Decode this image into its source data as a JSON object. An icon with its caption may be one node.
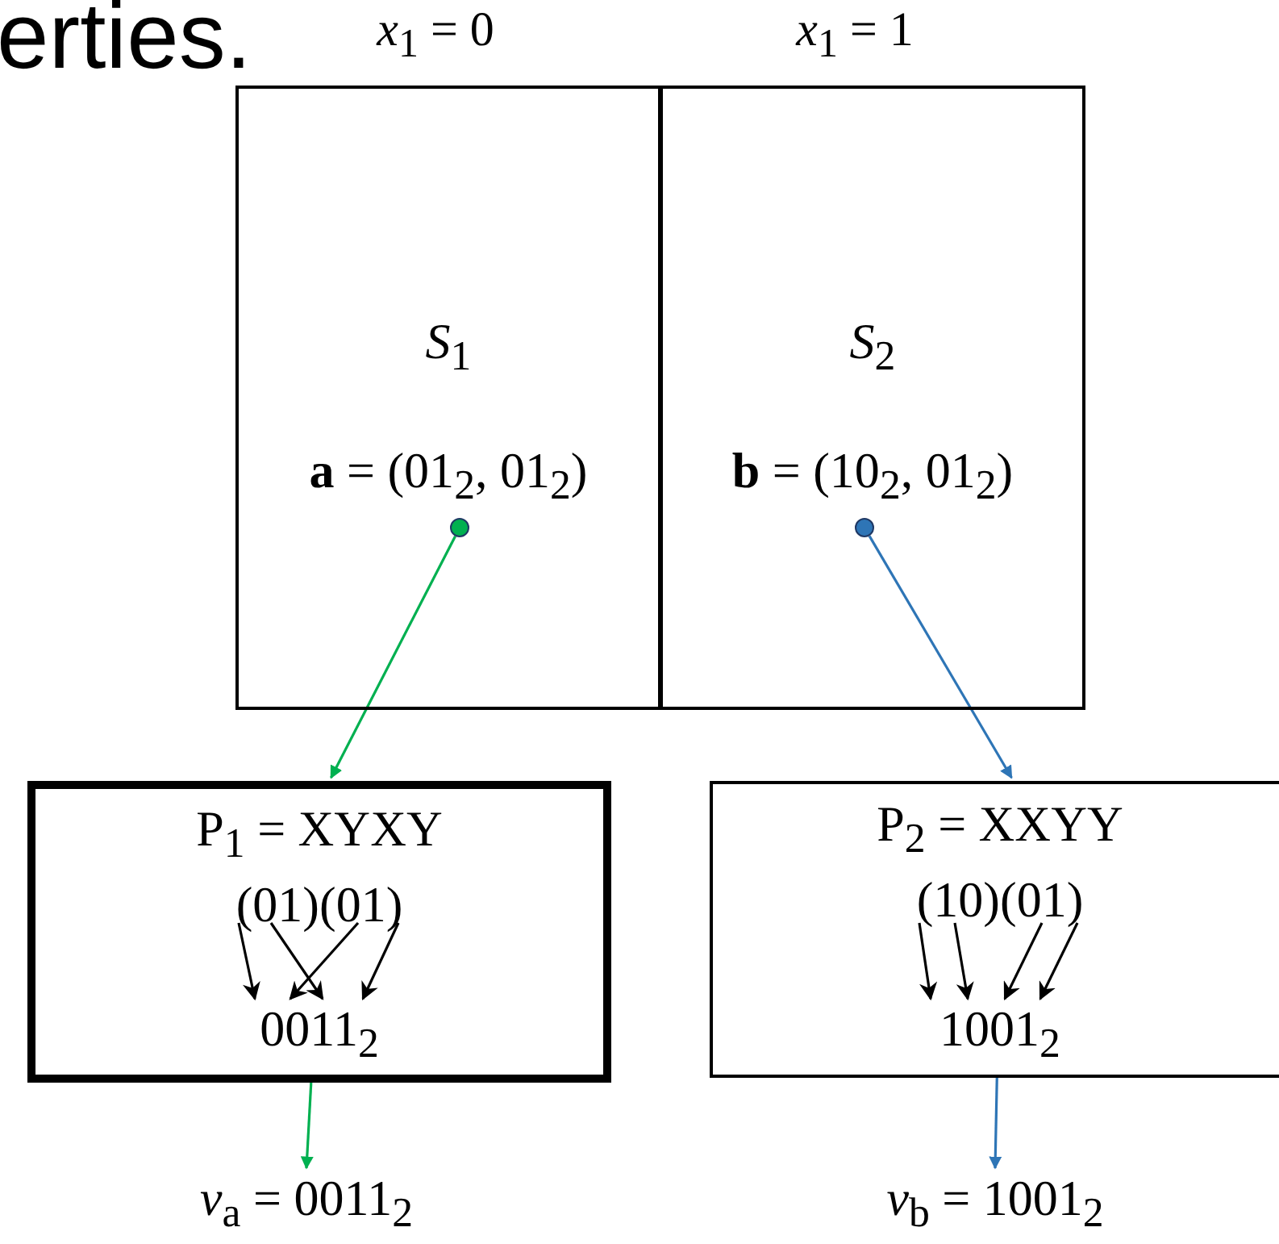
{
  "diagram": {
    "nodes": [
      {
        "text": [
          "*S*$_{1}$",
          "**a** = (01$_{2}$, 01$_{2}$)"
        ],
        "beside": [
          "*x*$_{1}$ = 0"
        ]
      },
      {
        "text": [
          "*S*$_{2}$",
          "**b** = (10$_{2}$, 01$_{2}$)"
        ],
        "beside": [
          "*x*$_{1}$ = 1"
        ]
      },
      {
        "text": [],
        "shape": "circle",
        "in": 0
      },
      {
        "text": [],
        "shape": "circle",
        "in": 1
      },
      {
        "text": [
          "P$_{1}$ = XYXY",
          "(01)(01)",
          "0011$_{2}$"
        ]
      },
      {
        "text": [
          "P$_{2}$ = XXYY",
          "(10)(01)",
          "1001$_{2}$"
        ]
      },
      {
        "text": [
          "*v*$_{a}$ = 0011$_{2}$"
        ]
      },
      {
        "text": [
          "*v*$_{b}$ = 1001$_{2}$"
        ]
      }
    ],
    "edges": [
      {
        "from": 2,
        "to": 4,
        "arrow": "to",
        "color": "#00b050"
      },
      {
        "from": 3,
        "to": 5,
        "arrow": "to",
        "color": "#2e75b6"
      },
      {
        "from": 4,
        "to": 6,
        "arrow": "to",
        "color": "#00b050"
      },
      {
        "from": 5,
        "to": 7,
        "arrow": "to",
        "color": "#2e75b6"
      }
    ],
    "labels": [
      "erties."
    ]
  }
}
